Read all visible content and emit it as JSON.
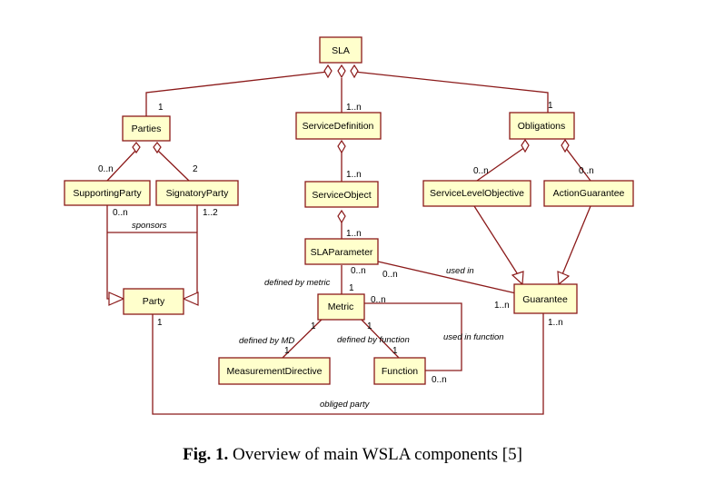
{
  "diagram": {
    "classes": {
      "sla": "SLA",
      "parties": "Parties",
      "service_definition": "ServiceDefinition",
      "obligations": "Obligations",
      "supporting_party": "SupportingParty",
      "signatory_party": "SignatoryParty",
      "service_object": "ServiceObject",
      "service_level_objective": "ServiceLevelObjective",
      "action_guarantee": "ActionGuarantee",
      "sla_parameter": "SLAParameter",
      "party": "Party",
      "metric": "Metric",
      "guarantee": "Guarantee",
      "measurement_directive": "MeasurementDirective",
      "function": "Function"
    },
    "multiplicities": {
      "sla_parties": "1",
      "sla_service_definition": "1..n",
      "sla_obligations": "1",
      "parties_supporting": "0..n",
      "parties_signatory": "2",
      "servicedef_serviceobject": "1..n",
      "obligations_slo": "0..n",
      "obligations_action": "0..n",
      "supporting_sponsor": "0..n",
      "signatory_sponsor": "1..2",
      "serviceobject_slaparameter": "1..n",
      "slaparameter_metric_top": "0..n",
      "slaparameter_guarantee": "0..n",
      "metric_from_slaparameter": "1",
      "metric_self": "0..n",
      "guarantee_usedin": "1..n",
      "party_obliged": "1",
      "guarantee_obliged": "1..n",
      "metric_md": "1",
      "md_metric": "1",
      "metric_function": "1",
      "function_metric": "1",
      "function_usedin": "0..n"
    },
    "roles": {
      "sponsors": "sponsors",
      "used_in": "used in",
      "defined_by_metric": "defined by metric",
      "defined_by_md": "defined by MD",
      "defined_by_function": "defined by function",
      "used_in_function": "used in function",
      "obliged_party": "obliged party"
    }
  },
  "caption": {
    "label": "Fig. 1.",
    "text": "Overview of main WSLA components [5]"
  }
}
